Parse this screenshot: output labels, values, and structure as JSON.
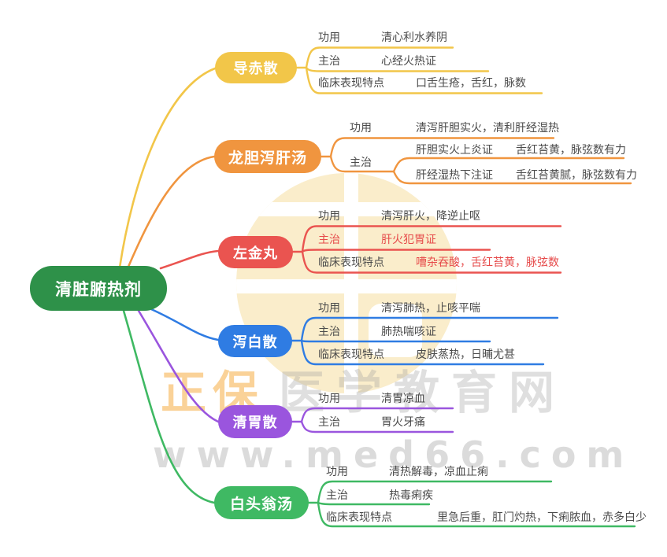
{
  "root": {
    "label": "清脏腑热剂",
    "color": "#2E9149"
  },
  "branches": [
    {
      "name": "导赤散",
      "color": "#F2C649",
      "rows": [
        {
          "label": "功用",
          "value": "清心利水养阴"
        },
        {
          "label": "主治",
          "value": "心经火热证"
        },
        {
          "label": "临床表现特点",
          "value": "口舌生疮，舌红，脉数"
        }
      ]
    },
    {
      "name": "龙胆泻肝汤",
      "color": "#F0953F",
      "rows": [
        {
          "label": "功用",
          "value": "清泻肝胆实火，清利肝经湿热"
        },
        {
          "label": "主治",
          "children": [
            {
              "label": "肝胆实火上炎证",
              "value": "舌红苔黄，脉弦数有力"
            },
            {
              "label": "肝经湿热下注证",
              "value": "舌红苔黄腻，脉弦数有力"
            }
          ]
        }
      ]
    },
    {
      "name": "左金丸",
      "color": "#EA5450",
      "rows": [
        {
          "label": "功用",
          "value": "清泻肝火，降逆止呕"
        },
        {
          "label": "主治",
          "value": "肝火犯胃证"
        },
        {
          "label": "临床表现特点",
          "value": "嘈杂吞酸，舌红苔黄，脉弦数"
        }
      ]
    },
    {
      "name": "泻白散",
      "color": "#2F7CE3",
      "rows": [
        {
          "label": "功用",
          "value": "清泻肺热，止咳平喘"
        },
        {
          "label": "主治",
          "value": "肺热喘咳证"
        },
        {
          "label": "临床表现特点",
          "value": "皮肤蒸热，日晡尤甚"
        }
      ]
    },
    {
      "name": "清胃散",
      "color": "#9A55DE",
      "rows": [
        {
          "label": "功用",
          "value": "清胃凉血"
        },
        {
          "label": "主治",
          "value": "胃火牙痛"
        }
      ]
    },
    {
      "name": "白头翁汤",
      "color": "#3FB963",
      "rows": [
        {
          "label": "功用",
          "value": "清热解毒，凉血止痢"
        },
        {
          "label": "主治",
          "value": "热毒痢疾"
        },
        {
          "label": "临床表现特点",
          "value": "里急后重，肛门灼热，下痢脓血，赤多白少"
        }
      ]
    }
  ],
  "watermark": {
    "brand_primary": "正保",
    "brand_secondary": "医学教育网",
    "website": "www.med66.com"
  }
}
